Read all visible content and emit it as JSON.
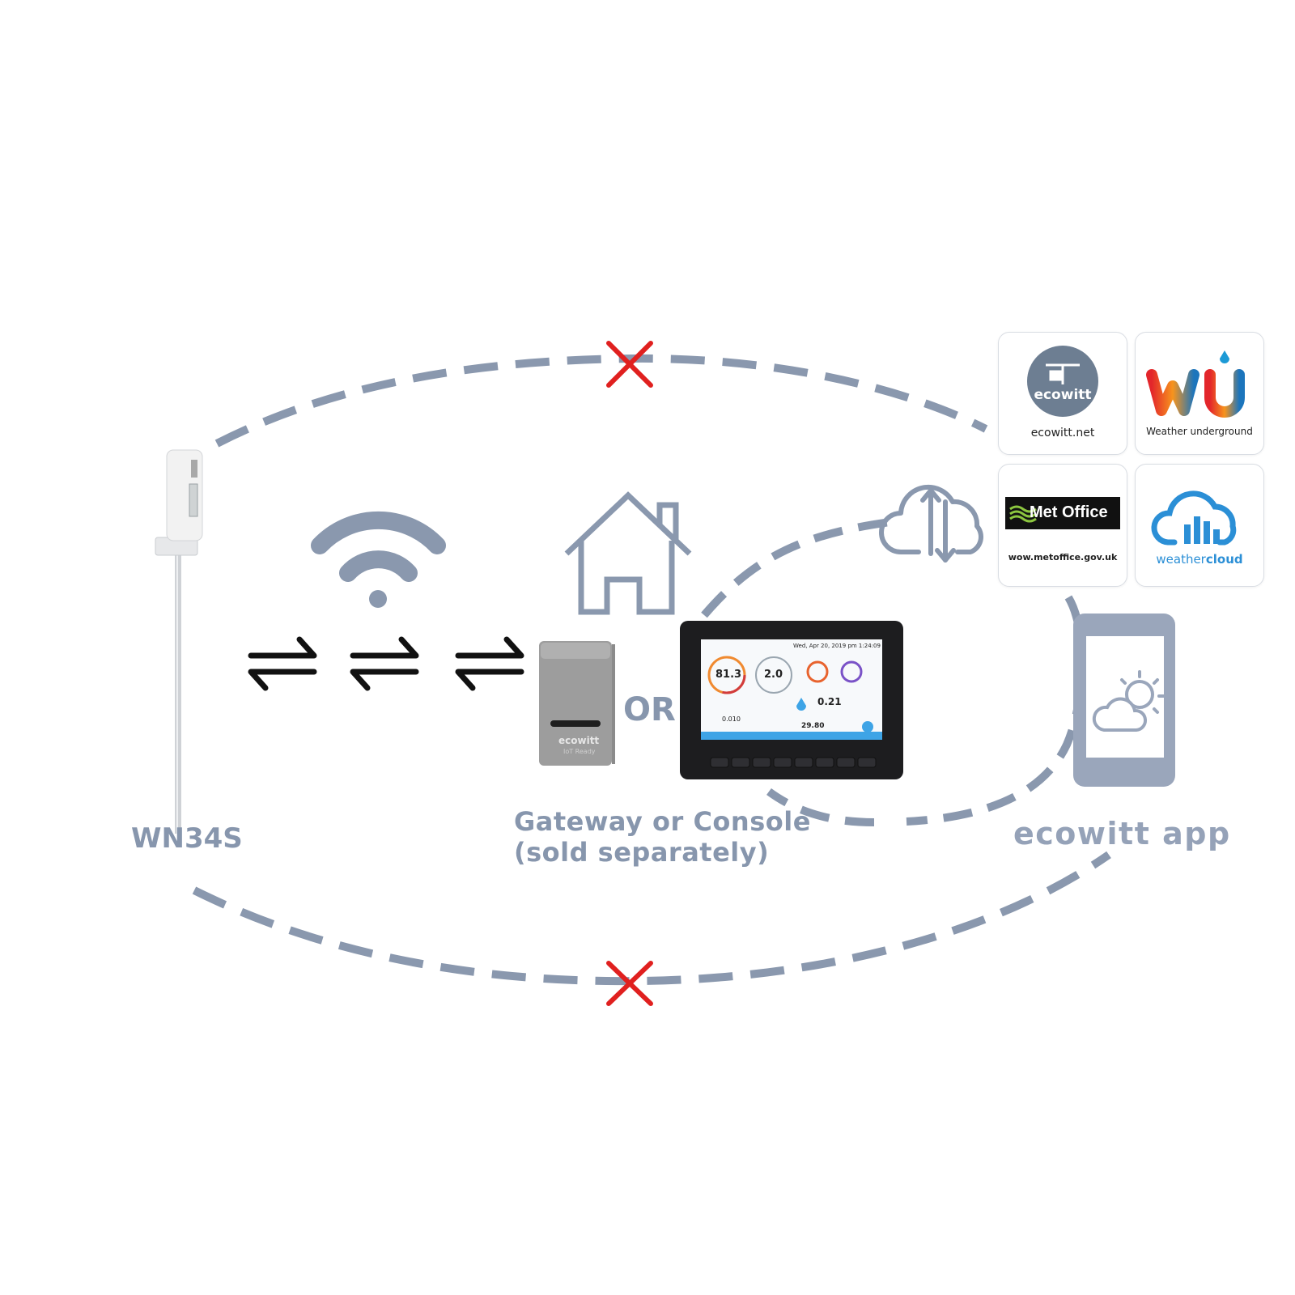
{
  "sensor": {
    "label": "WN34S"
  },
  "or_text": "OR",
  "receiver": {
    "line1": "Gateway or Console",
    "line2": "(sold separately)",
    "gateway_brand": "ecowitt",
    "gateway_sub": "IoT Ready"
  },
  "console_screen": {
    "date": "Wed, Apr 20, 2019   pm 1:24:09",
    "temp_value": "81.3",
    "wind_value": "2.0",
    "rain_value": "0.21",
    "pressure_value": "29.80",
    "rain_rate": "0.010"
  },
  "app": {
    "label": "ecowitt app"
  },
  "services": [
    {
      "name": "ecowitt",
      "caption": "ecowitt.net"
    },
    {
      "name": "wu",
      "caption": "Weather underground"
    },
    {
      "name": "Met Office",
      "caption": "wow.metoffice.gov.uk"
    },
    {
      "name": "weathercloud",
      "caption_prefix": "weather",
      "caption_suffix": "cloud"
    }
  ],
  "colors": {
    "accent_gray": "#8796ad",
    "dash_gray": "#8a98ae",
    "cross_red": "#e0201f",
    "arrow_black": "#111111"
  },
  "icons": [
    "wifi-icon",
    "house-icon",
    "cloud-sync-icon",
    "phone-weather-icon",
    "cross-icon",
    "bidirectional-arrow-icon"
  ]
}
